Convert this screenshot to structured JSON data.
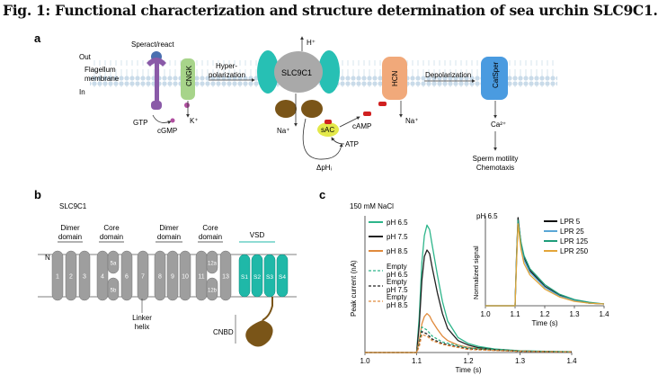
{
  "figure_title": "Fig. 1: Functional characterization and structure determination of sea urchin SLC9C1.",
  "panel_a": {
    "letter": "a",
    "out": "Out",
    "in": "In",
    "membrane_line1": "Flagellum",
    "membrane_line2": "membrane",
    "speract": "Speract/react",
    "cngk": "CNGK",
    "k_ion": "K⁺",
    "gtp": "GTP",
    "cgmp": "cGMP",
    "hyper_line1": "Hyper-",
    "hyper_line2": "polarization",
    "slc9c1": "SLC9C1",
    "h_ion": "H⁺",
    "na_ion_left": "Na⁺",
    "sac": "sAC",
    "camp": "cAMP",
    "atp": "ATP",
    "delta_ph": "ΔpHᵢ",
    "hcn": "HCN",
    "na_ion_hcn": "Na⁺",
    "depolarization": "Depolarization",
    "catsper": "CatSper",
    "ca_ion": "Ca²⁺",
    "outcome_line1": "Sperm motility",
    "outcome_line2": "Chemotaxis"
  },
  "panel_b": {
    "letter": "b",
    "protein": "SLC9C1",
    "dimer1_line1": "Dimer",
    "dimer1_line2": "domain",
    "core1_line1": "Core",
    "core1_line2": "domain",
    "dimer2_line1": "Dimer",
    "dimer2_line2": "domain",
    "core2_line1": "Core",
    "core2_line2": "domain",
    "vsd": "VSD",
    "n_term": "N",
    "segments": [
      "1",
      "2",
      "3",
      "4",
      "5a",
      "5b",
      "6",
      "7",
      "8",
      "9",
      "10",
      "11",
      "12a",
      "12b",
      "13"
    ],
    "vsd_segments": [
      "S1",
      "S2",
      "S3",
      "S4"
    ],
    "linker_line1": "Linker",
    "linker_line2": "helix",
    "cnbd": "CNBD",
    "colors": {
      "tm_gray": "#9e9e9e",
      "vsd_teal": "#1fb8a8",
      "cnbd_brown": "#7a5518"
    }
  },
  "panel_c": {
    "letter": "c",
    "condition": "150 mM NaCl",
    "legend": [
      {
        "label": "pH 6.5",
        "color": "#2db58a"
      },
      {
        "label": "pH 7.5",
        "color": "#222222"
      },
      {
        "label": "pH 8.5",
        "color": "#e08a3c"
      }
    ],
    "empty_legend": [
      {
        "line1": "Empty",
        "line2": "pH 6.5",
        "color": "#2db58a"
      },
      {
        "line1": "Empty",
        "line2": "pH 7.5",
        "color": "#222222"
      },
      {
        "line1": "Empty",
        "line2": "pH 8.5",
        "color": "#e08a3c"
      }
    ],
    "inset_title": "pH 6.5",
    "inset_legend": [
      {
        "label": "LPR 5",
        "color": "#111111"
      },
      {
        "label": "LPR 25",
        "color": "#5aa7d6"
      },
      {
        "label": "LPR 125",
        "color": "#1f9d7a"
      },
      {
        "label": "LPR 250",
        "color": "#e3a53a"
      }
    ]
  },
  "chart_data": [
    {
      "type": "line",
      "xlabel": "Time (s)",
      "ylabel": "Peak current (nA)",
      "xlim": [
        1.0,
        1.4
      ],
      "xticks": [
        "1.0",
        "1.1",
        "1.2",
        "1.3",
        "1.4"
      ],
      "series": [
        {
          "name": "pH 6.5",
          "color": "#2db58a",
          "style": "solid",
          "x": [
            1.0,
            1.1,
            1.105,
            1.11,
            1.115,
            1.12,
            1.125,
            1.13,
            1.14,
            1.15,
            1.16,
            1.18,
            1.2,
            1.22,
            1.25,
            1.3,
            1.35,
            1.4
          ],
          "y": [
            0,
            0,
            1.2,
            3.0,
            3.9,
            4.25,
            4.1,
            3.6,
            2.6,
            1.7,
            1.05,
            0.5,
            0.3,
            0.2,
            0.12,
            0.06,
            0.04,
            0.03
          ]
        },
        {
          "name": "pH 7.5",
          "color": "#222222",
          "style": "solid",
          "x": [
            1.0,
            1.1,
            1.105,
            1.11,
            1.115,
            1.12,
            1.125,
            1.13,
            1.14,
            1.15,
            1.16,
            1.18,
            1.2,
            1.22,
            1.25,
            1.3,
            1.35,
            1.4
          ],
          "y": [
            0,
            0,
            0.9,
            2.4,
            3.2,
            3.42,
            3.3,
            2.85,
            2.0,
            1.3,
            0.8,
            0.4,
            0.25,
            0.16,
            0.1,
            0.05,
            0.03,
            0.02
          ]
        },
        {
          "name": "pH 8.5",
          "color": "#e08a3c",
          "style": "solid",
          "x": [
            1.0,
            1.1,
            1.105,
            1.11,
            1.115,
            1.12,
            1.125,
            1.13,
            1.14,
            1.15,
            1.16,
            1.18,
            1.2,
            1.22,
            1.25,
            1.3,
            1.35,
            1.4
          ],
          "y": [
            0,
            0,
            0.4,
            0.95,
            1.2,
            1.3,
            1.22,
            1.05,
            0.78,
            0.55,
            0.4,
            0.25,
            0.17,
            0.12,
            0.08,
            0.05,
            0.03,
            0.02
          ]
        },
        {
          "name": "Empty pH 6.5",
          "color": "#2db58a",
          "style": "dashed",
          "x": [
            1.0,
            1.1,
            1.105,
            1.11,
            1.12,
            1.13,
            1.15,
            1.2,
            1.3,
            1.4
          ],
          "y": [
            0,
            0,
            0.3,
            0.85,
            0.75,
            0.55,
            0.35,
            0.15,
            0.05,
            0.02
          ]
        },
        {
          "name": "Empty pH 7.5",
          "color": "#222222",
          "style": "dashed",
          "x": [
            1.0,
            1.1,
            1.105,
            1.11,
            1.12,
            1.13,
            1.15,
            1.2,
            1.3,
            1.4
          ],
          "y": [
            0,
            0,
            0.25,
            0.7,
            0.62,
            0.45,
            0.3,
            0.12,
            0.04,
            0.02
          ]
        },
        {
          "name": "Empty pH 8.5",
          "color": "#e08a3c",
          "style": "dashed",
          "x": [
            1.0,
            1.1,
            1.105,
            1.11,
            1.12,
            1.13,
            1.15,
            1.2,
            1.3,
            1.4
          ],
          "y": [
            0,
            0,
            0.2,
            0.6,
            0.55,
            0.4,
            0.27,
            0.1,
            0.04,
            0.02
          ]
        }
      ]
    },
    {
      "type": "line",
      "title": "pH 6.5",
      "xlabel": "Time (s)",
      "ylabel": "Normalized signal",
      "xlim": [
        1.0,
        1.4
      ],
      "ylim": [
        0,
        1.0
      ],
      "xticks": [
        "1.0",
        "1.1",
        "1.2",
        "1.3",
        "1.4"
      ],
      "series": [
        {
          "name": "LPR 5",
          "color": "#111111",
          "x": [
            1.0,
            1.1,
            1.105,
            1.11,
            1.12,
            1.13,
            1.15,
            1.2,
            1.25,
            1.3,
            1.35,
            1.4
          ],
          "y": [
            0,
            0,
            0.55,
            1.0,
            0.7,
            0.55,
            0.4,
            0.22,
            0.12,
            0.06,
            0.03,
            0.02
          ]
        },
        {
          "name": "LPR 25",
          "color": "#5aa7d6",
          "x": [
            1.0,
            1.1,
            1.105,
            1.11,
            1.12,
            1.13,
            1.15,
            1.2,
            1.25,
            1.3,
            1.35,
            1.4
          ],
          "y": [
            0,
            0,
            0.5,
            0.95,
            0.68,
            0.52,
            0.38,
            0.21,
            0.11,
            0.06,
            0.03,
            0.02
          ]
        },
        {
          "name": "LPR 125",
          "color": "#1f9d7a",
          "x": [
            1.0,
            1.1,
            1.105,
            1.11,
            1.12,
            1.13,
            1.15,
            1.2,
            1.25,
            1.3,
            1.35,
            1.4
          ],
          "y": [
            0,
            0,
            0.52,
            0.97,
            0.72,
            0.57,
            0.42,
            0.24,
            0.13,
            0.07,
            0.04,
            0.02
          ]
        },
        {
          "name": "LPR 250",
          "color": "#e3a53a",
          "x": [
            1.0,
            1.1,
            1.105,
            1.11,
            1.12,
            1.13,
            1.15,
            1.2,
            1.25,
            1.3,
            1.35,
            1.4
          ],
          "y": [
            0,
            0,
            0.48,
            0.93,
            0.64,
            0.48,
            0.35,
            0.19,
            0.1,
            0.05,
            0.03,
            0.02
          ]
        }
      ]
    }
  ]
}
